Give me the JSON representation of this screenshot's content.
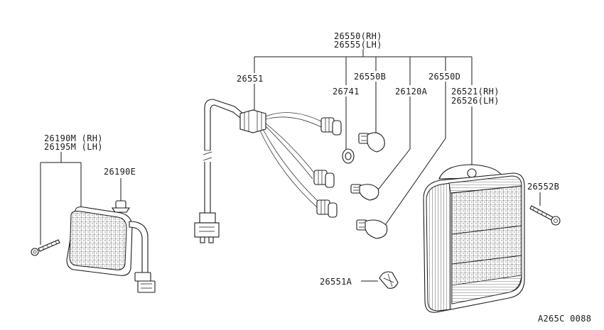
{
  "diagram_code": "A265C 0088",
  "labels": {
    "assy_rh": "26550(RH)",
    "assy_lh": "26555(LH)",
    "harness": "26551",
    "bulb_b": "26550B",
    "socket": "26741",
    "bulb_a": "26120A",
    "bulb_d": "26550D",
    "lens_rh": "26521(RH)",
    "lens_lh": "26526(LH)",
    "side_rh": "26190M (RH)",
    "side_lh": "26195M (LH)",
    "side_clip": "26190E",
    "screw": "26552B",
    "clip": "26551A"
  }
}
